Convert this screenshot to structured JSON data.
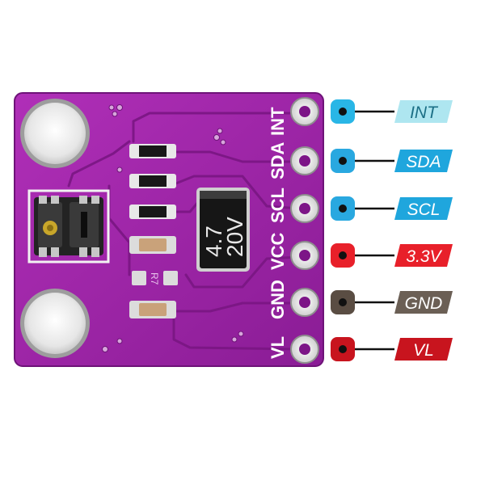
{
  "board": {
    "pins": [
      "VL",
      "GND",
      "VCC",
      "SCL",
      "SDA",
      "INT"
    ],
    "capacitor_value": "4.7",
    "capacitor_voltage": "20V",
    "component_label": "R7"
  },
  "legend": [
    {
      "label": "INT",
      "tag_color": "#aee6f0",
      "text_color": "#1b6f86",
      "dot_color": "#29b6e6"
    },
    {
      "label": "SDA",
      "tag_color": "#1fa6dd",
      "text_color": "#ffffff",
      "dot_color": "#29a8e0"
    },
    {
      "label": "SCL",
      "tag_color": "#1fa6dd",
      "text_color": "#ffffff",
      "dot_color": "#29a8e0"
    },
    {
      "label": "3.3V",
      "tag_color": "#e8202a",
      "text_color": "#ffffff",
      "dot_color": "#e8202a"
    },
    {
      "label": "GND",
      "tag_color": "#6b5f55",
      "text_color": "#ffffff",
      "dot_color": "#5a4d43"
    },
    {
      "label": "VL",
      "tag_color": "#c8141e",
      "text_color": "#ffffff",
      "dot_color": "#c8141e"
    }
  ]
}
